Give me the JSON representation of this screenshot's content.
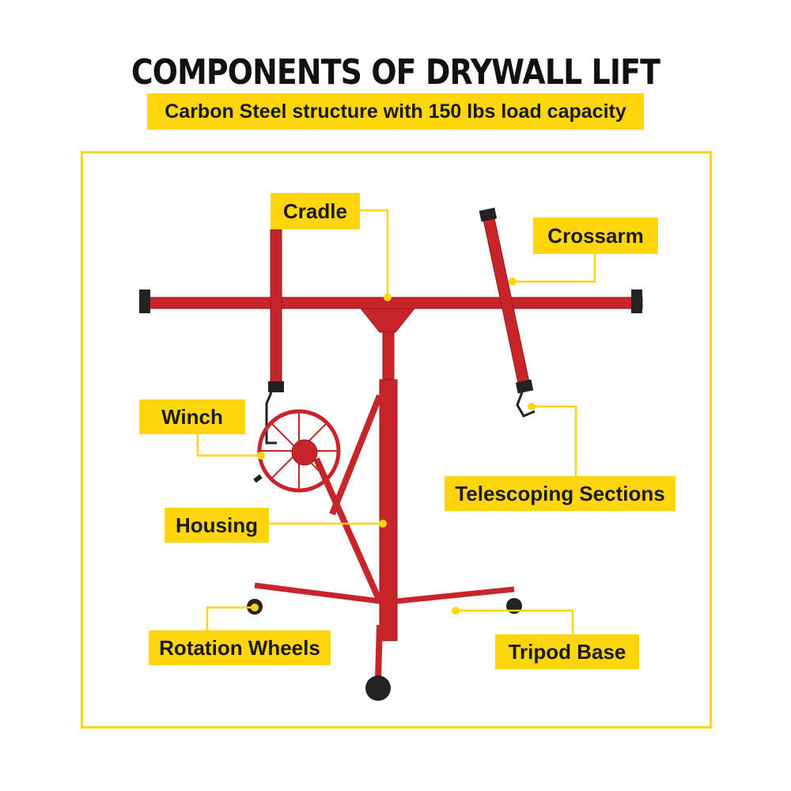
{
  "title": "COMPONENTS OF DRYWALL LIFT",
  "subtitle": "Carbon Steel structure with 150 lbs load capacity",
  "colors": {
    "accent": "#FFD60A",
    "frame": "#C8252B",
    "text": "#111111"
  },
  "components": {
    "cradle": "Cradle",
    "crossarm": "Crossarm",
    "winch": "Winch",
    "telescoping": "Telescoping Sections",
    "housing": "Housing",
    "wheels": "Rotation Wheels",
    "tripod": "Tripod Base"
  }
}
